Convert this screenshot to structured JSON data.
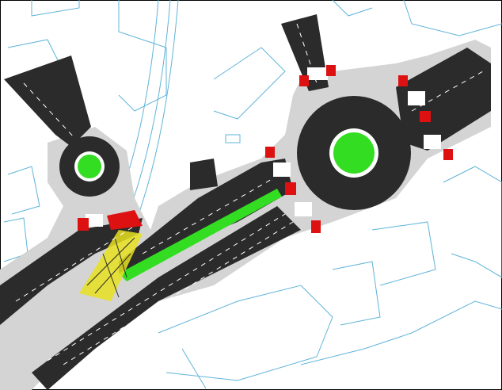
{
  "colors": {
    "background": "#ffffff",
    "building_outline": "#5fb4d8",
    "road": "#2b2b2b",
    "sidewalk": "#d4d4d4",
    "green_island": "#33dd22",
    "crossing_signal": "#dd1111",
    "hatched_zone": "#e8e020",
    "lane_marking": "#ffffff"
  },
  "features": {
    "roundabouts": 2,
    "icons": [
      "roundabout",
      "pedestrian-crossing",
      "traffic-signal",
      "green-median",
      "rail-tracks"
    ]
  }
}
